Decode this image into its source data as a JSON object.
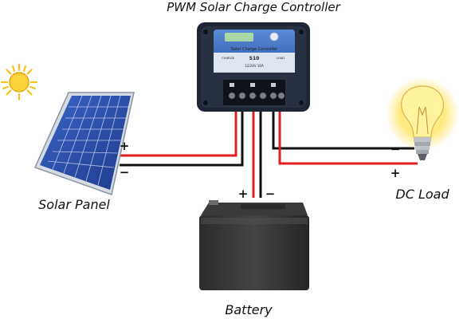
{
  "title": "PWM Solar Charge Controller",
  "labels": {
    "solar_panel": "Solar Panel",
    "battery": "Battery",
    "dc_load": "DC Load"
  },
  "polarity": {
    "plus": "+",
    "minus": "−"
  },
  "controller": {
    "model": "S10",
    "brand_text": "Solar Charge Controller",
    "left_caption": "CHARGE",
    "right_caption": "LOAD",
    "spec_text": "12/24V   10A"
  },
  "colors": {
    "positive_wire": "#e02020",
    "negative_wire": "#111111",
    "controller_body": "#1f2633",
    "controller_face": "#2f63b3",
    "panel_cells": "#2b4fa8",
    "sun": "#f6c21a",
    "bulb_glow": "#ffe566"
  },
  "icons": [
    "sun-icon",
    "solar-panel-icon",
    "charge-controller-icon",
    "battery-icon",
    "light-bulb-icon"
  ]
}
